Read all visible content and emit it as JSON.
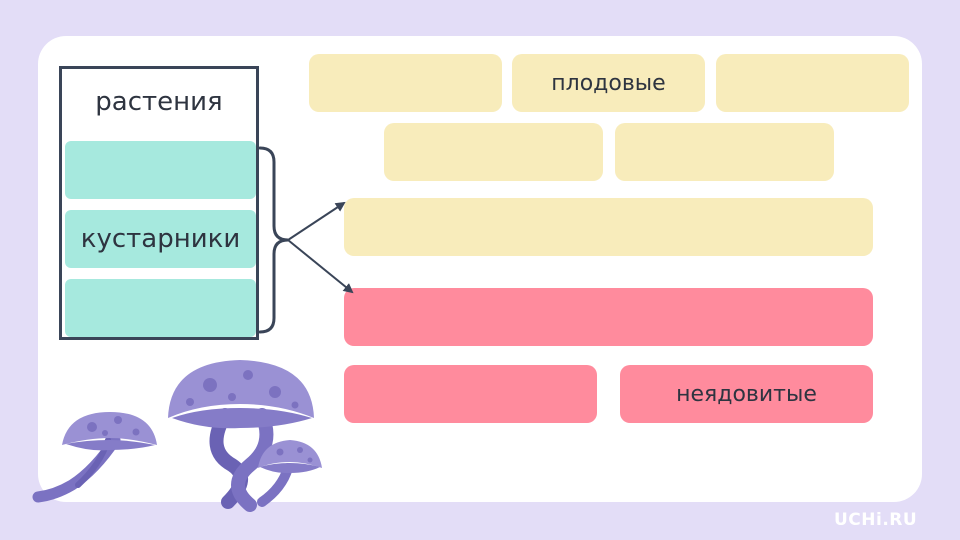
{
  "table": {
    "title": "растения",
    "cells": [
      "",
      "кустарники",
      ""
    ]
  },
  "boxes": {
    "row1": [
      "",
      "плодовые",
      ""
    ],
    "row2": [
      "",
      ""
    ],
    "wide_yellow": "",
    "wide_pink": "",
    "row5": [
      "",
      "неядовитые"
    ]
  },
  "brand": {
    "logo_text": "UCHi.RU"
  },
  "colors": {
    "background": "#e3ddf7",
    "table_cell": "#a6e9de",
    "yellow_box": "#f8ecbb",
    "pink_box": "#ff8b9d",
    "mushroom": "#9a91d4",
    "line": "#3a4558"
  }
}
